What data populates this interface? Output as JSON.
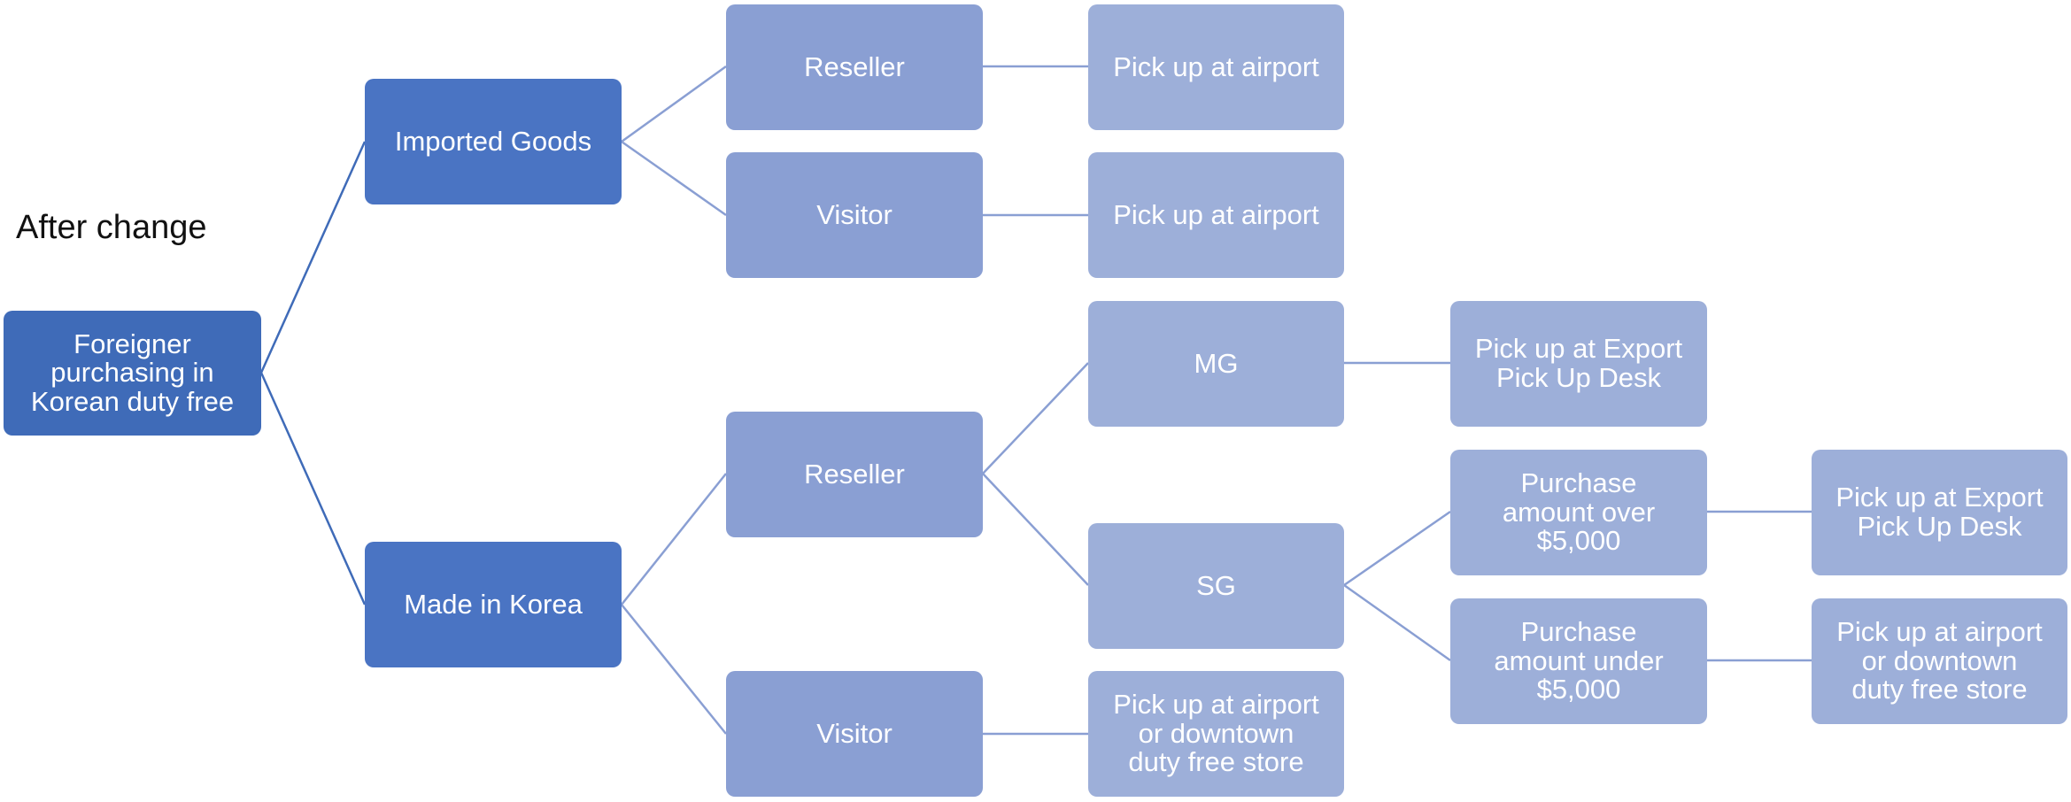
{
  "caption": "After change",
  "tree": {
    "root": "Foreigner\npurchasing in\nKorean duty free",
    "imported": {
      "label": "Imported Goods",
      "reseller": {
        "label": "Reseller",
        "outcome": "Pick up at airport"
      },
      "visitor": {
        "label": "Visitor",
        "outcome": "Pick up at airport"
      }
    },
    "korea": {
      "label": "Made in Korea",
      "reseller": {
        "label": "Reseller",
        "mg": {
          "label": "MG",
          "outcome": "Pick up at Export\nPick Up Desk"
        },
        "sg": {
          "label": "SG",
          "over": {
            "label": "Purchase\namount over\n$5,000",
            "outcome": "Pick up at Export\nPick Up Desk"
          },
          "under": {
            "label": "Purchase\namount under\n$5,000",
            "outcome": "Pick up at airport\nor downtown\nduty free store"
          }
        }
      },
      "visitor": {
        "label": "Visitor",
        "outcome": "Pick up at airport\nor downtown\nduty free store"
      }
    }
  },
  "colors": {
    "root": "#3f6bb8",
    "level1": "#4a74c3",
    "level2": "#8a9fd3",
    "level3": "#9dafd9",
    "connector_dark": "#3f6bb8",
    "connector_light": "#8a9fd3"
  }
}
